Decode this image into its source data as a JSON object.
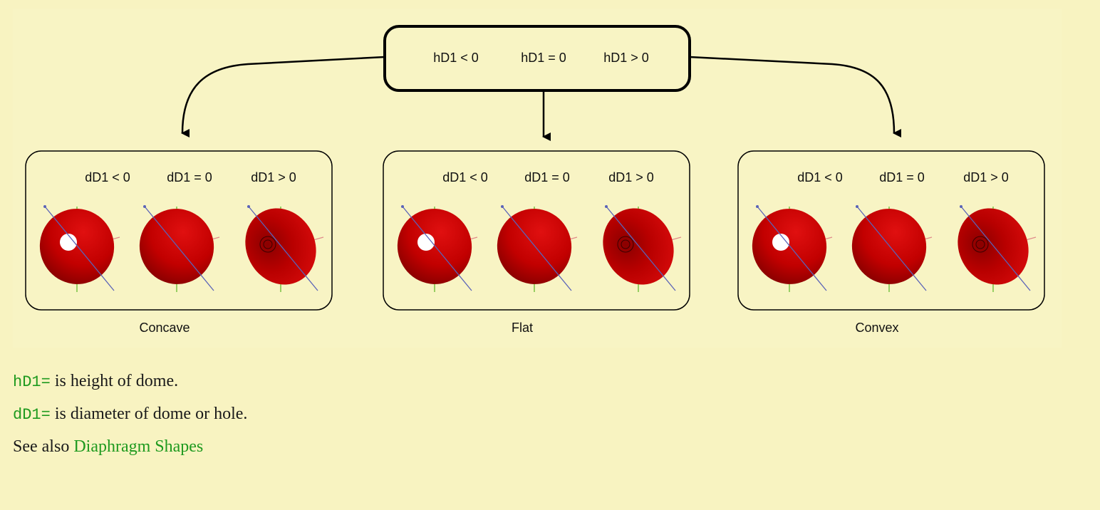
{
  "root": {
    "conditions": [
      "hD1 < 0",
      "hD1 = 0",
      "hD1 > 0"
    ]
  },
  "groups": [
    {
      "caption": "Concave",
      "items": [
        {
          "label": "dD1 < 0",
          "variant": "hole"
        },
        {
          "label": "dD1 = 0",
          "variant": "plain"
        },
        {
          "label": "dD1 > 0",
          "variant": "dome"
        }
      ]
    },
    {
      "caption": "Flat",
      "items": [
        {
          "label": "dD1 < 0",
          "variant": "hole"
        },
        {
          "label": "dD1 = 0",
          "variant": "plain"
        },
        {
          "label": "dD1 > 0",
          "variant": "dome"
        }
      ]
    },
    {
      "caption": "Convex",
      "items": [
        {
          "label": "dD1 < 0",
          "variant": "hole"
        },
        {
          "label": "dD1 = 0",
          "variant": "plain"
        },
        {
          "label": "dD1 > 0",
          "variant": "dome"
        }
      ]
    }
  ],
  "notes": {
    "h_term": "hD1=",
    "h_text": " is height of dome.",
    "d_term": "dD1=",
    "d_text": " is diameter of dome or hole.",
    "see_also_prefix": "See also ",
    "see_also_link": "Diaphragm Shapes"
  },
  "colors": {
    "background": "#f8f3c1",
    "disk": "#c20000",
    "disk_dark": "#7a0000",
    "link": "#1f9a1f",
    "axis_vertical": "#6fbf3a",
    "axis_diagonal": "#5a63b8",
    "axis_horizontal": "#e08a8a"
  }
}
